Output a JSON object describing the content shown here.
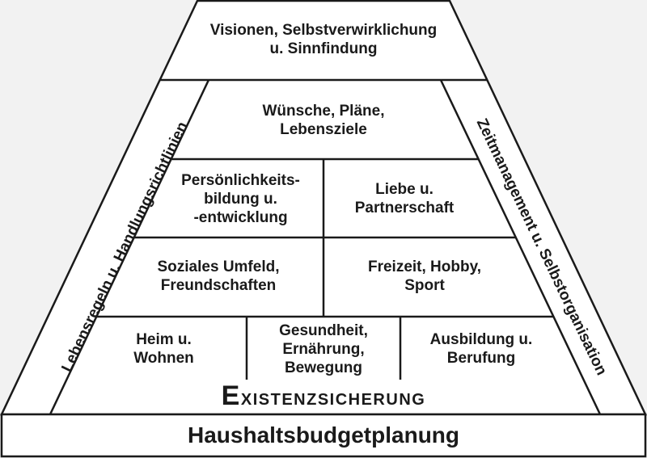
{
  "diagram": {
    "apex": "Visionen, Selbstverwirklichung\nu. Sinnfindung",
    "level2": "Wünsche, Pläne,\nLebensziele",
    "level3_left": "Persönlichkeits-\nbildung u.\n-entwicklung",
    "level3_right": "Liebe u.\nPartnerschaft",
    "level4_left": "Soziales Umfeld,\nFreundschaften",
    "level4_right": "Freizeit, Hobby,\nSport",
    "level5_left": "Heim u.\nWohnen",
    "level5_middle": "Gesundheit,\nErnährung,\nBewegung",
    "level5_right": "Ausbildung u.\nBerufung",
    "left_pillar": "Lebensregeln u. Handlungsrichtlinien",
    "right_pillar": "Zeitmanagement u. Selbstorganisation",
    "existence_first": "E",
    "existence_rest": "xistenzsicherung",
    "base": "Haushaltsbudgetplanung"
  }
}
